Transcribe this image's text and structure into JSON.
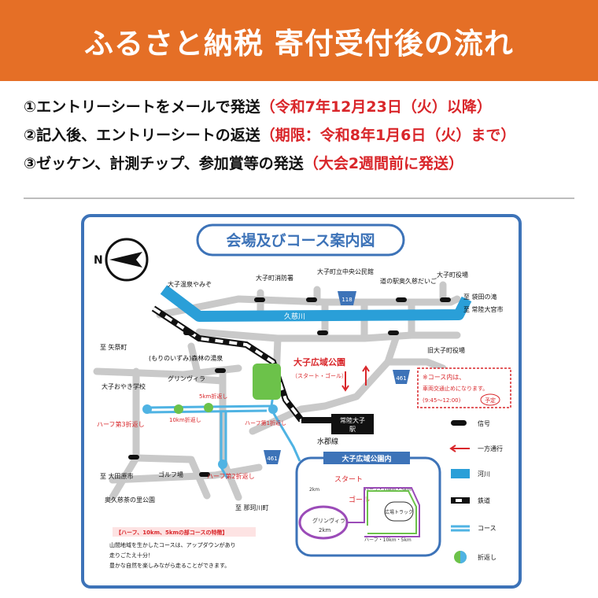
{
  "header": {
    "title": "ふるさと納税 寄付受付後の流れ",
    "bg_color": "#e56f26"
  },
  "steps": [
    {
      "main": "①エントリーシートをメールで発送",
      "note": "（令和7年12月23日（火）以降）"
    },
    {
      "main": "②記入後、エントリーシートの返送",
      "note": "（期限：令和8年1月6日（火）まで）"
    },
    {
      "main": "③ゼッケン、計測チップ、参加賞等の発送",
      "note": "（大会2週間前に発送）"
    }
  ],
  "map": {
    "title": "会場及びコース案内図",
    "compass": "N",
    "river_name": "久慈川",
    "venue": {
      "name": "大子広域公園",
      "sub": "（スタート・ゴール）"
    },
    "station": [
      "常陸大子",
      "駅"
    ],
    "line_name": "水郡線",
    "route_shields": [
      "118",
      "461",
      "461"
    ],
    "places": [
      "大子町消防署",
      "大子町立中央公民館",
      "道の駅奥久慈だいご",
      "大子町役場",
      "大子温泉やみぞ",
      "至 袋田の滝",
      "至 常陸大宮市",
      "至 矢祭町",
      "(もりのいずみ)森林の湯泉",
      "グリンヴィラ",
      "大子おやき学校",
      "旧大子町役場",
      "至 大田原市",
      "ゴルフ場",
      "奥久慈茶の里公園",
      "至 那珂川町"
    ],
    "turn_labels": [
      "ハーフ第3折返し",
      "10km折返し",
      "5km折返し",
      "ハーフ第1折返し",
      "ハーフ第2折返し"
    ],
    "notice": {
      "title": "※コース内は、",
      "body": "車両交通止めになります。",
      "time": "(9:45～12:00)",
      "tag": "予定"
    },
    "park_inset": {
      "title": "大子広域公園内",
      "start": "スタート",
      "goal": "ゴール",
      "track": "広場トラック",
      "villa": "グリンヴィラ",
      "villa_dist": "2km",
      "labels": [
        "2km",
        "ハーフ・10km・5km",
        "ハーフ・10km・5km"
      ]
    },
    "legend": [
      {
        "name": "信号",
        "icon": "signal-icon"
      },
      {
        "name": "一方通行",
        "icon": "one-way-arrow-icon"
      },
      {
        "name": "河川",
        "icon": "river-icon"
      },
      {
        "name": "鉄道",
        "icon": "railway-icon"
      },
      {
        "name": "コース",
        "icon": "course-icon"
      },
      {
        "name": "折返し",
        "icon": "turnaround-icon"
      }
    ],
    "course_info": {
      "heading": "【ハーフ、10km、5kmの部コースの特徴】",
      "lines": [
        "山間地域を生かしたコースは、アップダウンがあり",
        "走りごたえ十分！",
        "豊かな自然を楽しみながら走ることができます。"
      ]
    },
    "colors": {
      "border": "#3d73b8",
      "road": "#c9c9c9",
      "river": "#2a9fd8",
      "course": "#4fb3e3",
      "park": "#6cc24a",
      "accent_red": "#d9262a",
      "purple": "#9b4bb8"
    }
  }
}
